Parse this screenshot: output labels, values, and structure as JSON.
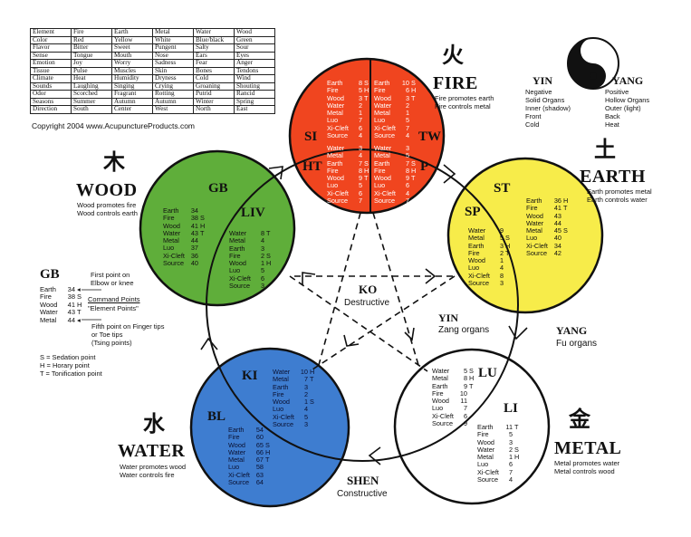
{
  "table": {
    "rows": [
      [
        "Element",
        "Fire",
        "Earth",
        "Metal",
        "Water",
        "Wood"
      ],
      [
        "Color",
        "Red",
        "Yellow",
        "White",
        "Blue/black",
        "Green"
      ],
      [
        "Flavor",
        "Bitter",
        "Sweet",
        "Pungent",
        "Salty",
        "Sour"
      ],
      [
        "Sense",
        "Tongue",
        "Mouth",
        "Nose",
        "Ears",
        "Eyes"
      ],
      [
        "Emotion",
        "Joy",
        "Worry",
        "Sadness",
        "Fear",
        "Anger"
      ],
      [
        "Tissue",
        "Pulse",
        "Muscles",
        "Skin",
        "Bones",
        "Tendons"
      ],
      [
        "Climate",
        "Heat",
        "Humidity",
        "Dryness",
        "Cold",
        "Wind"
      ],
      [
        "Sounds",
        "Laughing",
        "Singing",
        "Crying",
        "Groaning",
        "Shouting"
      ],
      [
        "Odor",
        "Scorched",
        "Fragrant",
        "Rotting",
        "Putrid",
        "Rancid"
      ],
      [
        "Seasons",
        "Summer",
        "Autumn",
        "Autumn",
        "Winter",
        "Spring"
      ],
      [
        "Direction",
        "South",
        "Center",
        "West",
        "North",
        "East"
      ]
    ]
  },
  "copyright": "Copyright 2004 www.AcupunctureProducts.com",
  "colors": {
    "fire": "#f0451f",
    "earth": "#f7ec4a",
    "metal": "#ffffff",
    "water": "#3e7dd0",
    "wood": "#5fae3a"
  },
  "elements": {
    "fire": {
      "glyph": "火",
      "name": "FIRE",
      "lines": [
        "Fire promotes earth",
        "Fire controls metal"
      ]
    },
    "earth": {
      "glyph": "土",
      "name": "EARTH",
      "lines": [
        "Earth promotes metal",
        "Earth controls water"
      ]
    },
    "metal": {
      "glyph": "金",
      "name": "METAL",
      "lines": [
        "Metal promotes water",
        "Metal controls wood"
      ]
    },
    "water": {
      "glyph": "水",
      "name": "WATER",
      "lines": [
        "Water promotes wood",
        "Water controls fire"
      ]
    },
    "wood": {
      "glyph": "木",
      "name": "WOOD",
      "lines": [
        "Wood promotes fire",
        "Wood controls earth"
      ]
    }
  },
  "yinyang": {
    "yin": "YIN",
    "yang": "YANG",
    "yin_list": [
      "Negative",
      "Solid Organs",
      "Inner (shadow)",
      "Front",
      "Cold"
    ],
    "yang_list": [
      "Positive",
      "Hollow  Organs",
      "Outer (light)",
      "Back",
      "Heat"
    ]
  },
  "meridians": [
    {
      "abbr": "SI",
      "rows": [
        [
          "Earth",
          "8",
          "S"
        ],
        [
          "Fire",
          "5",
          "H"
        ],
        [
          "Wood",
          "3",
          "T"
        ],
        [
          "Water",
          "2",
          ""
        ],
        [
          "Metal",
          "1",
          ""
        ],
        [
          "Luo",
          "7",
          ""
        ],
        [
          "Xi-Cleft",
          "6",
          ""
        ],
        [
          "Source",
          "4",
          ""
        ]
      ]
    },
    {
      "abbr": "TW",
      "rows": [
        [
          "Earth",
          "10",
          "S"
        ],
        [
          "Fire",
          "6",
          "H"
        ],
        [
          "Wood",
          "3",
          "T"
        ],
        [
          "Water",
          "2",
          ""
        ],
        [
          "Metal",
          "1",
          ""
        ],
        [
          "Luo",
          "5",
          ""
        ],
        [
          "Xi-Cleft",
          "7",
          ""
        ],
        [
          "Source",
          "4",
          ""
        ]
      ]
    },
    {
      "abbr": "HT",
      "rows": [
        [
          "Water",
          "3",
          ""
        ],
        [
          "Metal",
          "4",
          ""
        ],
        [
          "Earth",
          "7",
          "S"
        ],
        [
          "Fire",
          "8",
          "H"
        ],
        [
          "Wood",
          "9",
          "T"
        ],
        [
          "Luo",
          "5",
          ""
        ],
        [
          "Xi-Cleft",
          "6",
          ""
        ],
        [
          "Source",
          "7",
          ""
        ]
      ]
    },
    {
      "abbr": "P",
      "rows": [
        [
          "Water",
          "3",
          ""
        ],
        [
          "Metal",
          "5",
          ""
        ],
        [
          "Earth",
          "7",
          "S"
        ],
        [
          "Fire",
          "8",
          "H"
        ],
        [
          "Wood",
          "9",
          "T"
        ],
        [
          "Luo",
          "6",
          ""
        ],
        [
          "Xi-Cleft",
          "4",
          ""
        ],
        [
          "Source",
          "7",
          ""
        ]
      ]
    },
    {
      "abbr": "ST",
      "rows": [
        [
          "Earth",
          "36",
          "H"
        ],
        [
          "Fire",
          "41",
          "T"
        ],
        [
          "Wood",
          "43",
          ""
        ],
        [
          "Water",
          "44",
          ""
        ],
        [
          "Metal",
          "45",
          "S"
        ],
        [
          "Luo",
          "40",
          ""
        ],
        [
          "Xi-Cleft",
          "34",
          ""
        ],
        [
          "Source",
          "42",
          ""
        ]
      ]
    },
    {
      "abbr": "SP",
      "rows": [
        [
          "Water",
          "9",
          ""
        ],
        [
          "Metal",
          "5",
          "S"
        ],
        [
          "Earth",
          "3",
          "H"
        ],
        [
          "Fire",
          "2",
          "T"
        ],
        [
          "Wood",
          "1",
          ""
        ],
        [
          "Luo",
          "4",
          ""
        ],
        [
          "Xi-Cleft",
          "8",
          ""
        ],
        [
          "Source",
          "3",
          ""
        ]
      ]
    },
    {
      "abbr": "LU",
      "rows": [
        [
          "Water",
          "5",
          "S"
        ],
        [
          "Metal",
          "8",
          "H"
        ],
        [
          "Earth",
          "9",
          "T"
        ],
        [
          "Fire",
          "10",
          ""
        ],
        [
          "Wood",
          "11",
          ""
        ],
        [
          "Luo",
          "7",
          ""
        ],
        [
          "Xi-Cleft",
          "6",
          ""
        ],
        [
          "Source",
          "9",
          ""
        ]
      ]
    },
    {
      "abbr": "LI",
      "rows": [
        [
          "Earth",
          "11",
          "T"
        ],
        [
          "Fire",
          "5",
          ""
        ],
        [
          "Wood",
          "3",
          ""
        ],
        [
          "Water",
          "2",
          "S"
        ],
        [
          "Metal",
          "1",
          "H"
        ],
        [
          "Luo",
          "6",
          ""
        ],
        [
          "Xi-Cleft",
          "7",
          ""
        ],
        [
          "Source",
          "4",
          ""
        ]
      ]
    },
    {
      "abbr": "KI",
      "rows": [
        [
          "Water",
          "10",
          "H"
        ],
        [
          "Metal",
          "7",
          "T"
        ],
        [
          "Earth",
          "3",
          ""
        ],
        [
          "Fire",
          "2",
          ""
        ],
        [
          "Wood",
          "1",
          "S"
        ],
        [
          "Luo",
          "4",
          ""
        ],
        [
          "Xi-Cleft",
          "5",
          ""
        ],
        [
          "Source",
          "3",
          ""
        ]
      ]
    },
    {
      "abbr": "BL",
      "rows": [
        [
          "Earth",
          "54",
          ""
        ],
        [
          "Fire",
          "60",
          ""
        ],
        [
          "Wood",
          "65",
          "S"
        ],
        [
          "Water",
          "66",
          "H"
        ],
        [
          "Metal",
          "67",
          "T"
        ],
        [
          "Luo",
          "58",
          ""
        ],
        [
          "Xi-Cleft",
          "63",
          ""
        ],
        [
          "Source",
          "64",
          ""
        ]
      ]
    },
    {
      "abbr": "GB",
      "rows": [
        [
          "Earth",
          "34",
          ""
        ],
        [
          "Fire",
          "38",
          "S"
        ],
        [
          "Wood",
          "41",
          "H"
        ],
        [
          "Water",
          "43",
          "T"
        ],
        [
          "Metal",
          "44",
          ""
        ],
        [
          "Luo",
          "37",
          ""
        ],
        [
          "Xi-Cleft",
          "36",
          ""
        ],
        [
          "Source",
          "40",
          ""
        ]
      ]
    },
    {
      "abbr": "LIV",
      "rows": [
        [
          "Water",
          "8",
          "T"
        ],
        [
          "Metal",
          "4",
          ""
        ],
        [
          "Earth",
          "3",
          ""
        ],
        [
          "Fire",
          "2",
          "S"
        ],
        [
          "Wood",
          "1",
          "H"
        ],
        [
          "Luo",
          "5",
          ""
        ],
        [
          "Xi-Cleft",
          "6",
          ""
        ],
        [
          "Source",
          "3",
          ""
        ]
      ]
    }
  ],
  "legend": {
    "title": "GB",
    "rows": [
      [
        "Earth",
        "34",
        "◂"
      ],
      [
        "Fire",
        "38",
        "S"
      ],
      [
        "Wood",
        "41",
        "H"
      ],
      [
        "Water",
        "43",
        "T"
      ],
      [
        "Metal",
        "44",
        "◂"
      ]
    ],
    "first_point": [
      "First point on",
      "Elbow or knee"
    ],
    "command": "Command Points",
    "element_points": "\"Element Points\"",
    "fifth_point": [
      "Fifth point on Finger tips",
      "or Toe tips",
      "(Tsing points)"
    ],
    "key": [
      "S = Sedation point",
      "H = Horary point",
      "T = Tonification point"
    ]
  },
  "cycles": {
    "ko": "KO",
    "ko_sub": "Destructive",
    "shen": "SHEN",
    "shen_sub": "Constructive",
    "yin": "YIN",
    "yin_sub": "Zang organs",
    "yang": "YANG",
    "yang_sub": "Fu organs"
  }
}
